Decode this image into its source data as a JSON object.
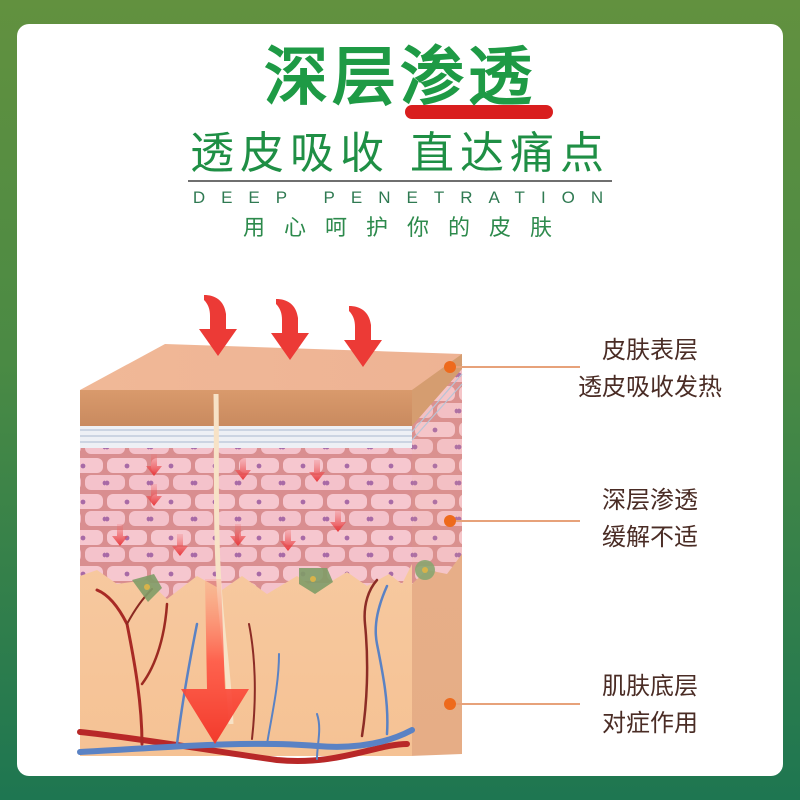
{
  "header": {
    "title": "深层渗透",
    "subtitle": "透皮吸收 直达痛点",
    "english_subtitle": "DEEP PENETRATION",
    "tagline": "用心呵护你的皮肤"
  },
  "diagram": {
    "description": "skin-cross-section",
    "layers": [
      {
        "name": "皮肤表层",
        "effect": "透皮吸收发热"
      },
      {
        "name": "深层渗透",
        "effect": "缓解不适"
      },
      {
        "name": "肌肤底层",
        "effect": "对症作用"
      }
    ]
  },
  "colors": {
    "brand_green": "#1e9a45",
    "accent_red": "#d91e1e",
    "callout_orange": "#ee6a1c",
    "label_brown": "#4a2c25",
    "background_top": "#62913f",
    "background_bottom": "#1e7651"
  }
}
